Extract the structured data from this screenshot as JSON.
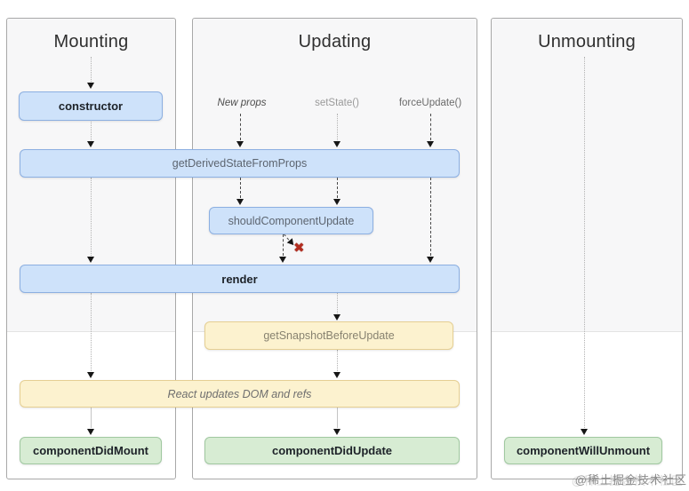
{
  "columns": [
    {
      "title": "Mounting"
    },
    {
      "title": "Updating"
    },
    {
      "title": "Unmounting"
    }
  ],
  "triggers": {
    "new_props": "New props",
    "set_state": "setState()",
    "force_update": "forceUpdate()"
  },
  "boxes": {
    "ctor": "constructor",
    "get_derived_state_from_props": "getDerivedStateFromProps",
    "should_component_update": "shouldComponentUpdate",
    "render": "render",
    "get_snapshot_before_update": "getSnapshotBeforeUpdate",
    "react_updates_dom_and_refs": "React updates DOM and refs",
    "component_did_mount": "componentDidMount",
    "component_did_update": "componentDidUpdate",
    "component_will_unmount": "componentWillUnmount"
  },
  "marks": {
    "cancel_x": "✖"
  },
  "watermark": "@稀土掘金技术社区",
  "colors": {
    "lifecycle_box_blue_fill": "#cee2fa",
    "lifecycle_box_blue_border": "#8cafe1",
    "side_effect_box_yellow_fill": "#fcf2cf",
    "side_effect_box_yellow_border": "#e5cf93",
    "commit_box_green_fill": "#d7ecd3",
    "commit_box_green_border": "#a0c8a0",
    "render_phase_background": "#f7f7f8",
    "cancel_x_red": "#b32d20"
  }
}
